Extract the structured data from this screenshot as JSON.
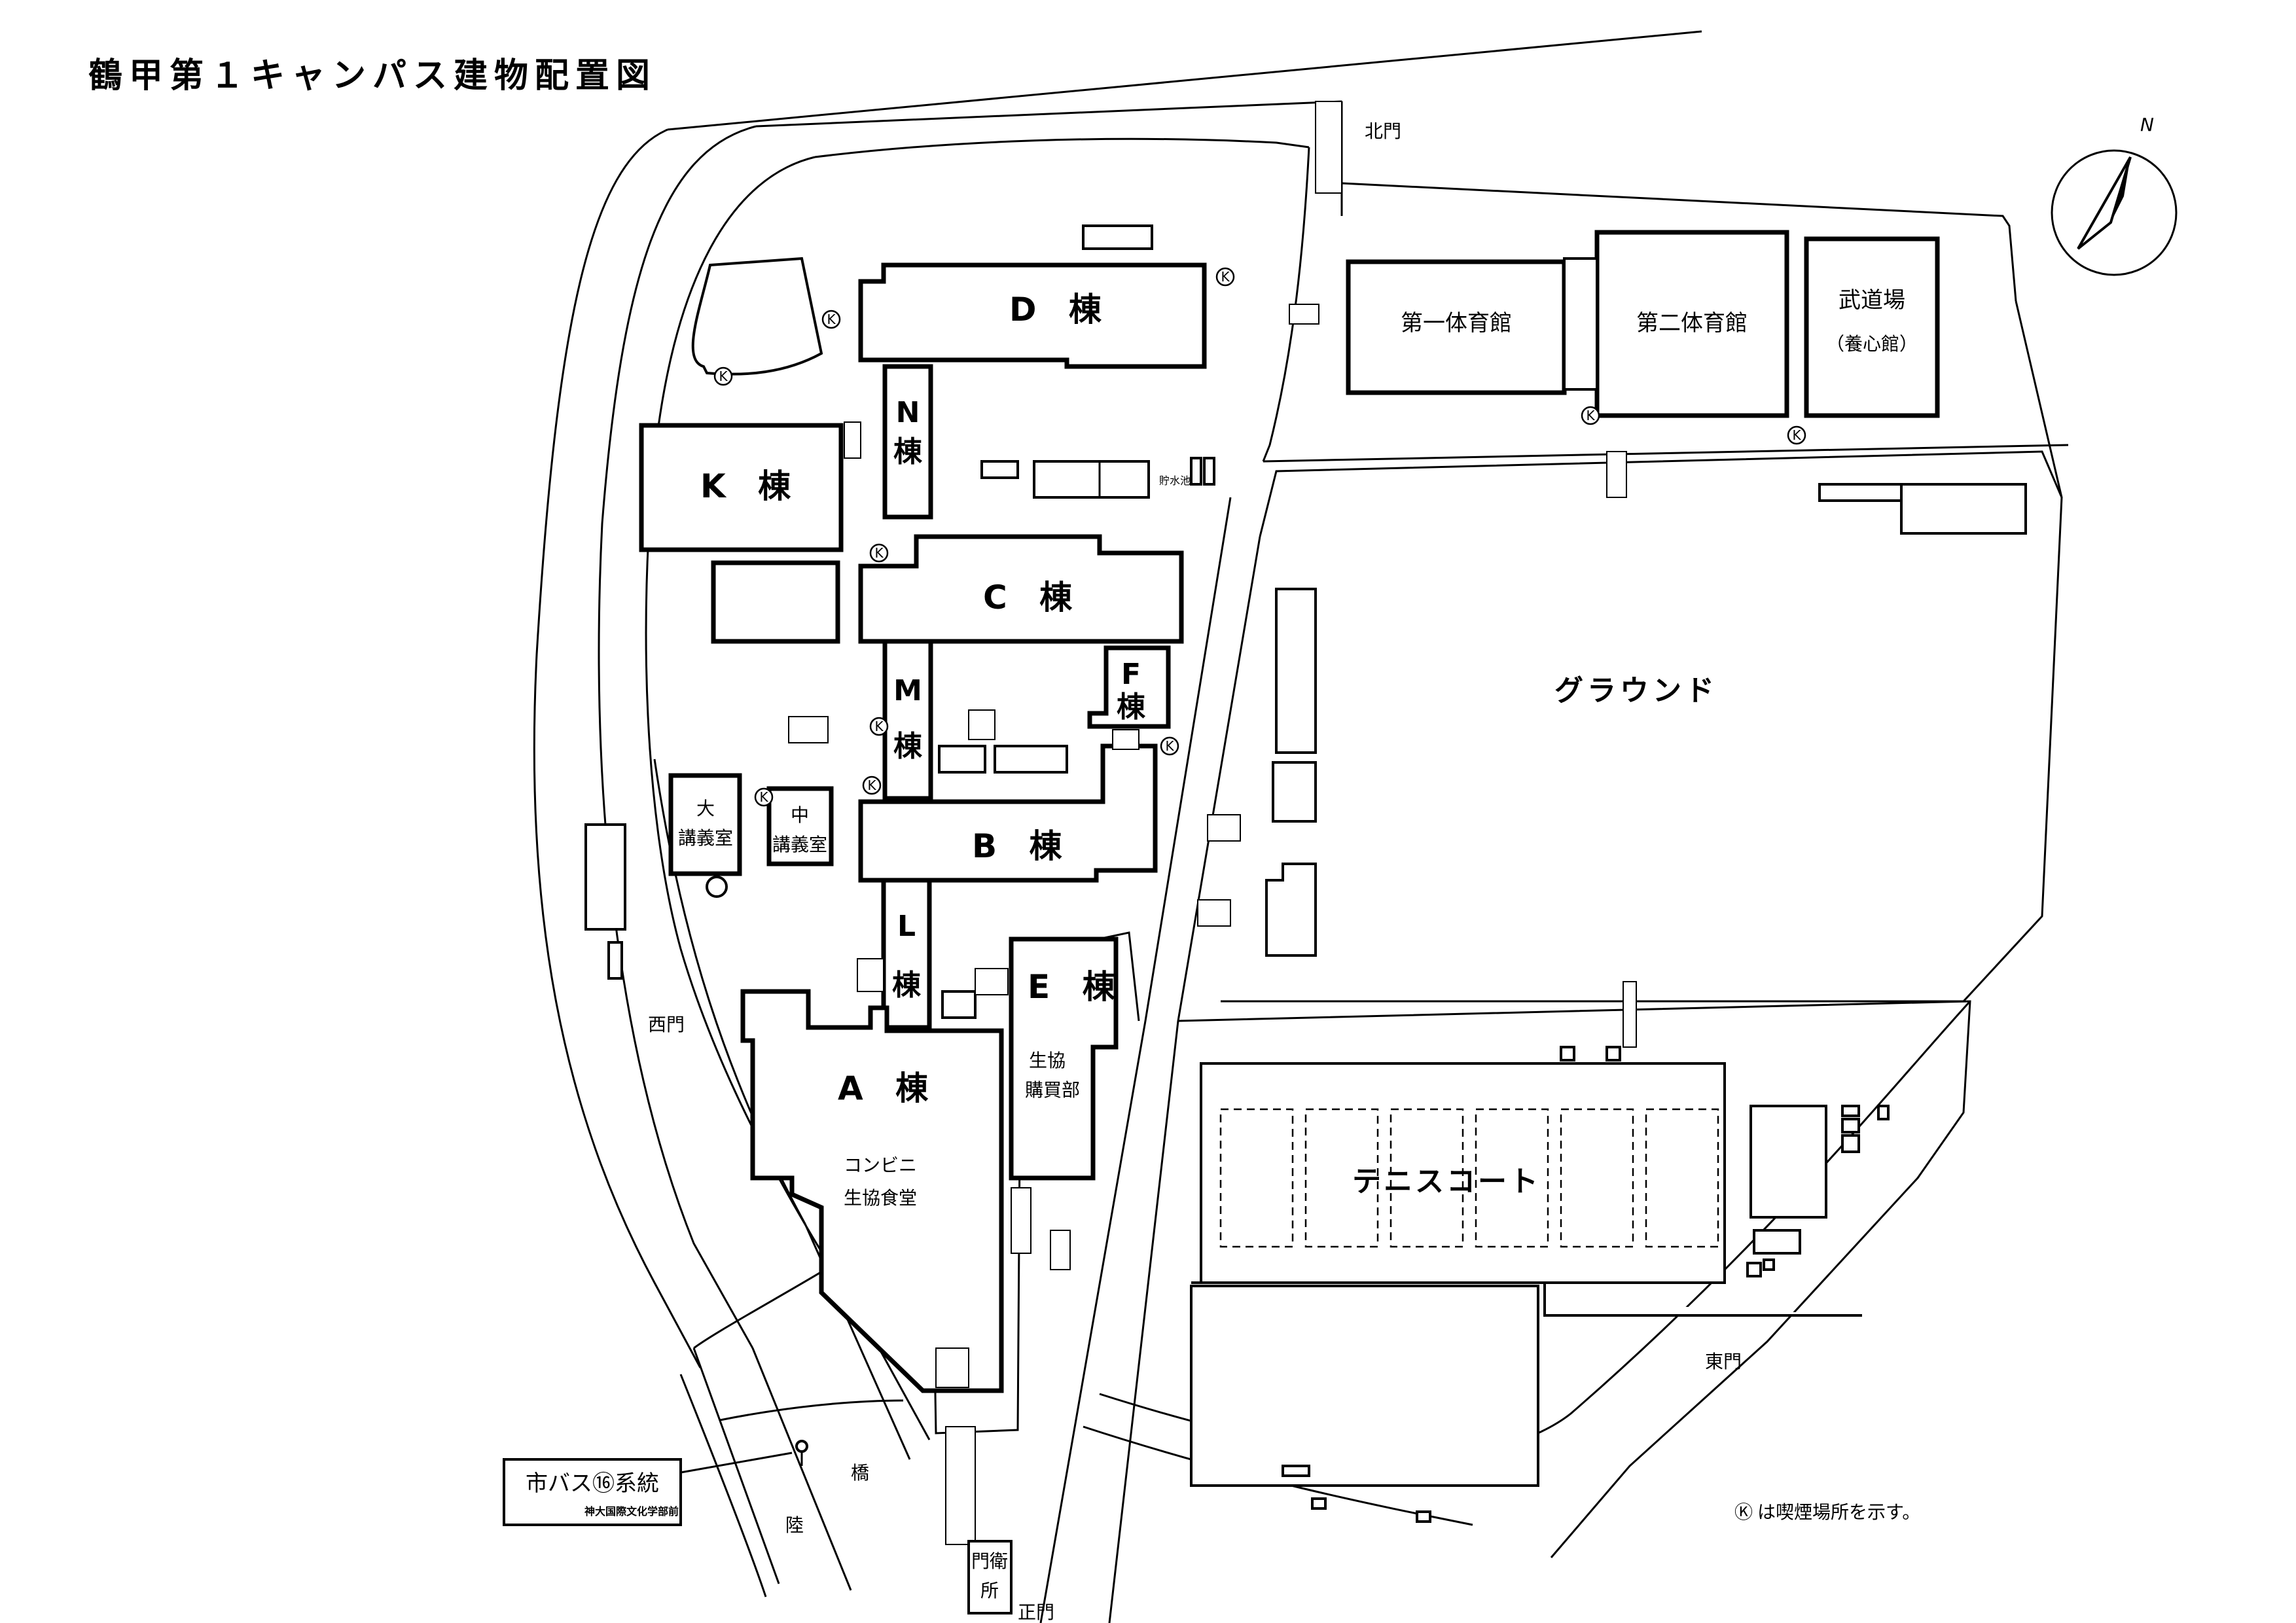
{
  "title": "鶴甲第１キャンパス建物配置図",
  "buildings": {
    "D": "D 棟",
    "K": "K 棟",
    "C": "C 棟",
    "B": "B 棟",
    "A": "A 棟",
    "E": "E 棟",
    "F_letter": "F",
    "F_kanji": "棟",
    "N_letter": "N",
    "N_kanji": "棟",
    "M_letter": "M",
    "M_kanji": "棟",
    "L_letter": "L",
    "L_kanji": "棟",
    "gym1": "第一体育館",
    "gym2": "第二体育館",
    "budo": "武道場",
    "budo_sub": "（養心館）",
    "lecture_large_1": "大",
    "lecture_large_2": "講義室",
    "lecture_mid_1": "中",
    "lecture_mid_2": "講義室",
    "coop_shop_1": "生協",
    "coop_shop_2": "購買部",
    "a_inner_1": "コンビニ",
    "a_inner_2": "生協食堂",
    "water_tank": "貯水池",
    "guard_1": "門衛",
    "guard_2": "所"
  },
  "areas": {
    "ground": "グラウンド",
    "tennis": "テニスコート"
  },
  "gates": {
    "north": "北門",
    "west": "西門",
    "east": "東門",
    "main": "正門"
  },
  "bridge_1": "橋",
  "bridge_2": "陸",
  "bus_stop": {
    "line": "市バス⑯系統",
    "stop": "神大国際文化学部前"
  },
  "legend": {
    "symbol": "Ⓚ",
    "text": "は喫煙場所を示す。"
  },
  "compass_label": "N",
  "smoking_symbol": "K"
}
